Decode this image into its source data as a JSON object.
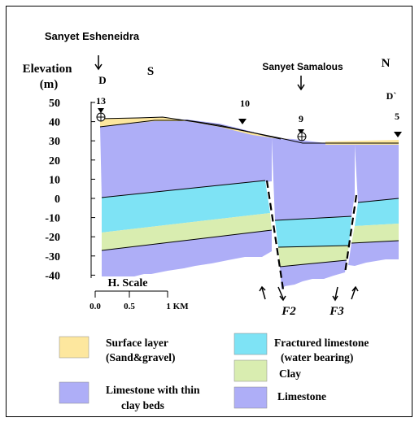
{
  "header": {
    "well_left_name": "Sanyet Esheneidra",
    "well_right_name": "Sanyet Samalous",
    "direction_left": "S",
    "direction_right": "N",
    "section_start": "D",
    "section_end": "D`"
  },
  "axis": {
    "title_line1": "Elevation",
    "title_line2": "(m)",
    "ticks": [
      "50",
      "40",
      "30",
      "20",
      "10",
      "0",
      "-10",
      "-20",
      "-30",
      "-40"
    ]
  },
  "wells": [
    {
      "id": "13",
      "marker": "well-circle"
    },
    {
      "id": "10",
      "marker": "triangle"
    },
    {
      "id": "9",
      "marker": "well-circle"
    },
    {
      "id": "5",
      "marker": "triangle"
    }
  ],
  "faults": [
    "F2",
    "F3"
  ],
  "scale": {
    "title": "H. Scale",
    "ticks": [
      "0.0",
      "0.5",
      "1 KM"
    ]
  },
  "legend": [
    {
      "key": "surface",
      "line1": "Surface layer",
      "line2": "(Sand&gravel)",
      "color": "#fde79e"
    },
    {
      "key": "fractured",
      "line1": "Fractured limestone",
      "line2": "(water bearing)",
      "color": "#7ee3f5"
    },
    {
      "key": "limestone_thin",
      "line1": "Limestone with thin",
      "line2": "clay beds",
      "color": "#aeaef7"
    },
    {
      "key": "clay",
      "line1": "Clay",
      "line2": "",
      "color": "#d9edb0"
    },
    {
      "key": "limestone",
      "line1": "Limestone",
      "line2": "",
      "color": "#aeaef7"
    }
  ],
  "colors": {
    "surface": "#fde79e",
    "limestone": "#aeaef7",
    "fractured": "#7ee3f5",
    "clay": "#d9edb0"
  }
}
